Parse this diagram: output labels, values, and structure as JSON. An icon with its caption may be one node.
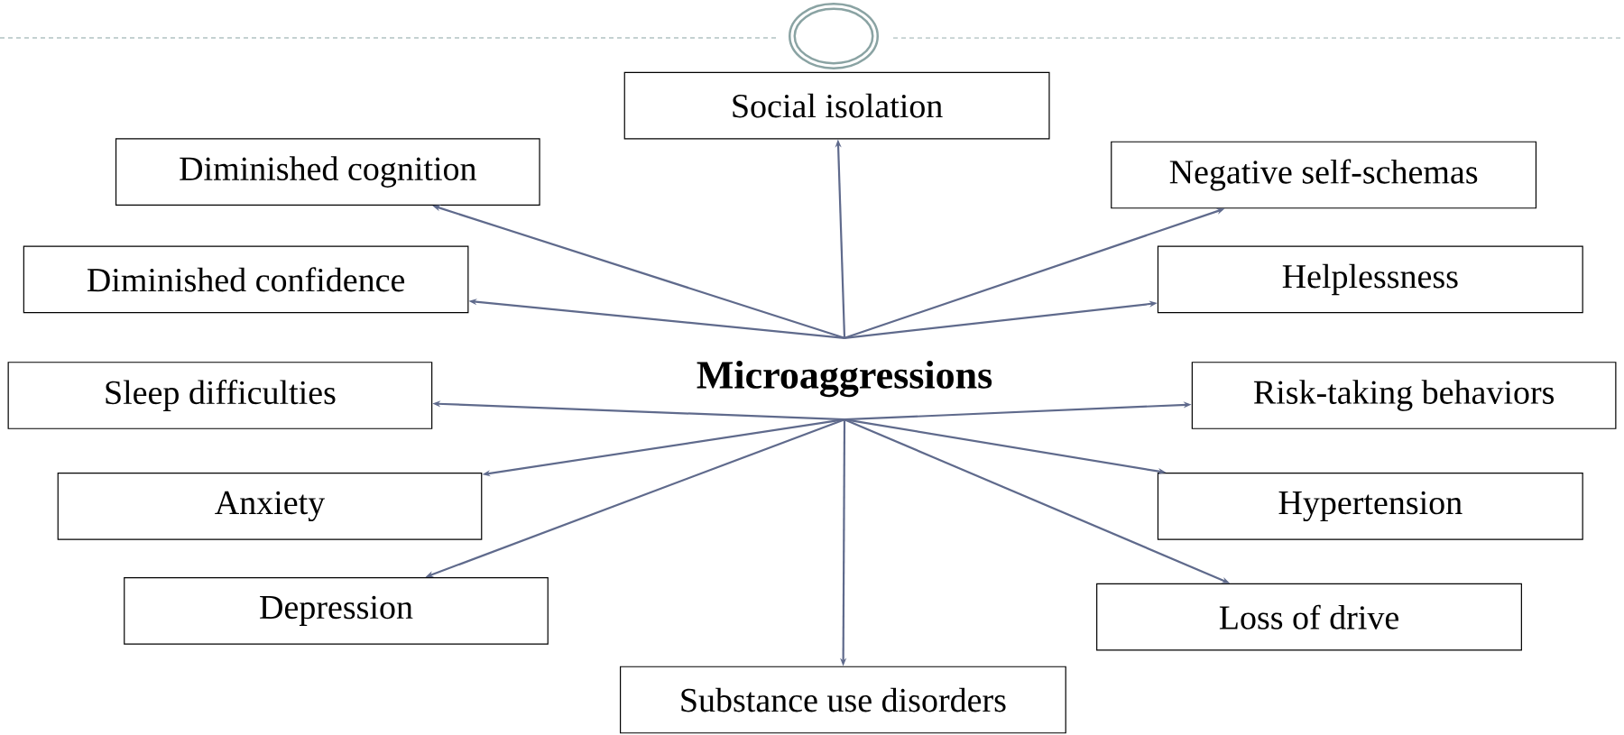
{
  "diagram": {
    "nodes": [
      {
        "text": [
          "Microaggressions"
        ]
      },
      {
        "text": [
          "Social isolation"
        ]
      },
      {
        "text": [
          "Diminished cognition"
        ]
      },
      {
        "text": [
          "Negative self-schemas"
        ]
      },
      {
        "text": [
          "Diminished confidence"
        ]
      },
      {
        "text": [
          "Helplessness"
        ]
      },
      {
        "text": [
          "Sleep difficulties"
        ]
      },
      {
        "text": [
          "Risk-taking behaviors"
        ]
      },
      {
        "text": [
          "Anxiety"
        ]
      },
      {
        "text": [
          "Hypertension"
        ]
      },
      {
        "text": [
          "Depression"
        ]
      },
      {
        "text": [
          "Loss of drive"
        ]
      },
      {
        "text": [
          "Substance use disorders"
        ]
      }
    ],
    "edges": [
      {
        "from": 0,
        "to": 1,
        "arrow": "to"
      },
      {
        "from": 0,
        "to": 2,
        "arrow": "to"
      },
      {
        "from": 0,
        "to": 3,
        "arrow": "to"
      },
      {
        "from": 0,
        "to": 4,
        "arrow": "to"
      },
      {
        "from": 0,
        "to": 5,
        "arrow": "to"
      },
      {
        "from": 0,
        "to": 6,
        "arrow": "to"
      },
      {
        "from": 0,
        "to": 7,
        "arrow": "to"
      },
      {
        "from": 0,
        "to": 8,
        "arrow": "to"
      },
      {
        "from": 0,
        "to": 9,
        "arrow": "to"
      },
      {
        "from": 0,
        "to": 10,
        "arrow": "to"
      },
      {
        "from": 0,
        "to": 11,
        "arrow": "to"
      },
      {
        "from": 0,
        "to": 12,
        "arrow": "to"
      }
    ]
  }
}
